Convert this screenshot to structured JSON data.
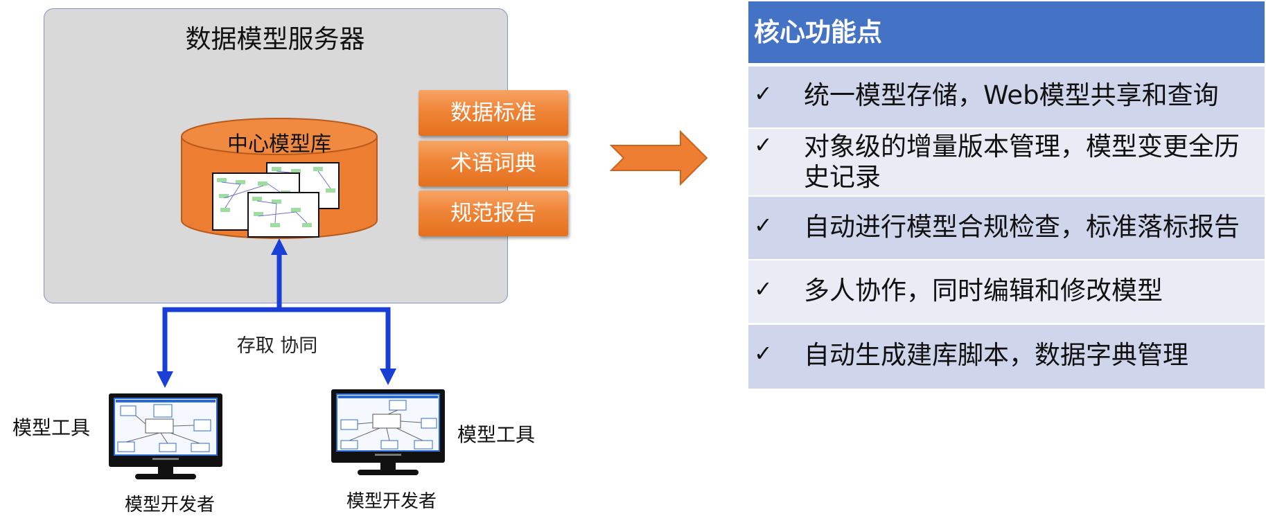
{
  "server": {
    "title": "数据模型服务器",
    "repository_label": "中心模型库"
  },
  "server_buttons": [
    "数据标准",
    "术语词典",
    "规范报告"
  ],
  "connector_label": "存取 协同",
  "clients": [
    {
      "tool_label": "模型工具",
      "developer_label": "模型开发者"
    },
    {
      "tool_label": "模型工具",
      "developer_label": "模型开发者"
    }
  ],
  "features_panel": {
    "header": "核心功能点",
    "check_glyph": "✓",
    "items": [
      "统一模型存储，Web模型共享和查询",
      "对象级的增量版本管理，模型变更全历史记录",
      "自动进行模型合规检查，标准落标报告",
      "多人协作，同时编辑和修改模型",
      "自动生成建库脚本，数据字典管理"
    ]
  },
  "colors": {
    "server_bg": "#d9d9d9",
    "orange": "#ed7d31",
    "connector_blue": "#1a3fd4",
    "panel_header": "#4472c4",
    "row_dark": "#cfd5ea",
    "row_light": "#e9ebf5"
  }
}
